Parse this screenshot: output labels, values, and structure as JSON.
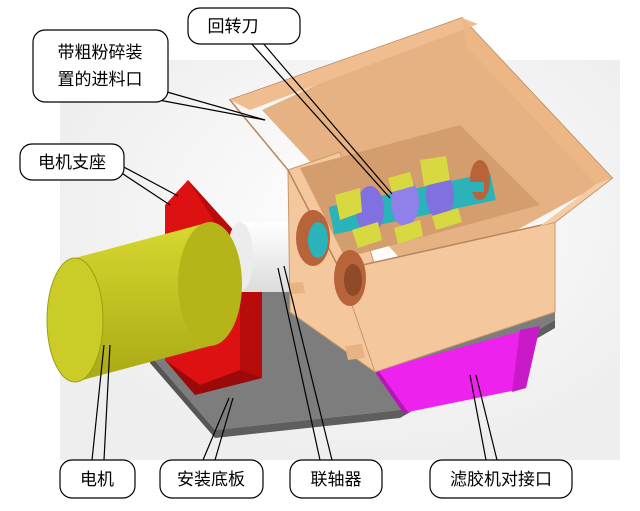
{
  "labels": {
    "feed_inlet_line1": "带粗粉碎装",
    "feed_inlet_line2": "置的进料口",
    "rotary_knife": "回转刀",
    "motor_mount": "电机支座",
    "motor": "电机",
    "base_plate": "安装底板",
    "coupling": "联轴器",
    "filter_interface": "滤胶机对接口"
  },
  "colors": {
    "hopper": "#f4c79c",
    "hopper_dark": "#e3ac7e",
    "motor": "#c8c822",
    "motor_mount": "#dd1111",
    "base_plate": "#7f7f7f",
    "coupling": "#ffffff",
    "shaft": "#2ab3b8",
    "blade": "#d8d840",
    "drum": "#8070e0",
    "bearing": "#b7643a",
    "filter_port": "#ee22ee"
  }
}
